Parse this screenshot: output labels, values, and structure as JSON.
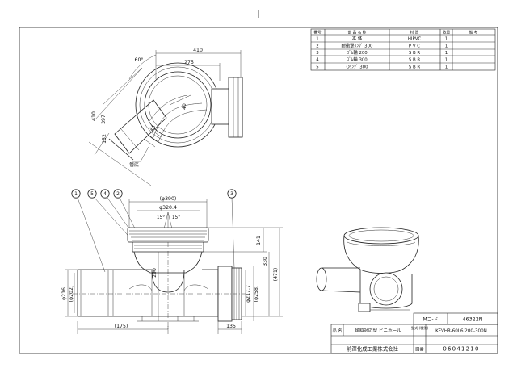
{
  "parts_table": {
    "headers": [
      "番号",
      "部 品 名 称",
      "材 質",
      "数量",
      "備 考"
    ],
    "rows": [
      [
        "1",
        "本 体",
        "HIPVC",
        "1",
        ""
      ],
      [
        "2",
        "耐衝撃ﾘﾝｸﾞ 300",
        "P V C",
        "1",
        ""
      ],
      [
        "3",
        "ｺﾞﾑ輪 200",
        "S B R",
        "1",
        ""
      ],
      [
        "4",
        "ｺﾞﾑ輪 300",
        "S B R",
        "1",
        ""
      ],
      [
        "5",
        "Oﾘﾝｸﾞ 300",
        "S B R",
        "1",
        ""
      ]
    ]
  },
  "top_view": {
    "dims": [
      "410",
      "275",
      "60°",
      "410",
      "397",
      "152",
      "40",
      "15"
    ],
    "note_label": "管底"
  },
  "front_view": {
    "callouts": [
      "1",
      "5",
      "4",
      "2",
      "3"
    ],
    "dims": [
      "(φ390)",
      "φ320.4",
      "15°",
      "15°",
      "141",
      "330",
      "(471)",
      "290",
      "φ216",
      "(φ202)",
      "φ217.7",
      "(φ258)",
      "(175)",
      "135"
    ]
  },
  "title_block": {
    "code_label": "Mコ-ド",
    "code_value": "46322N",
    "name_label": "品 名",
    "name_value": "傾斜対応型 ビニホール",
    "model_label": "型式 (種別)",
    "model_value": "KFVHR-60L6 200-300N",
    "drawing_label": "図番",
    "drawing_value": "06041210",
    "company": "前澤化成工業株式会社"
  }
}
